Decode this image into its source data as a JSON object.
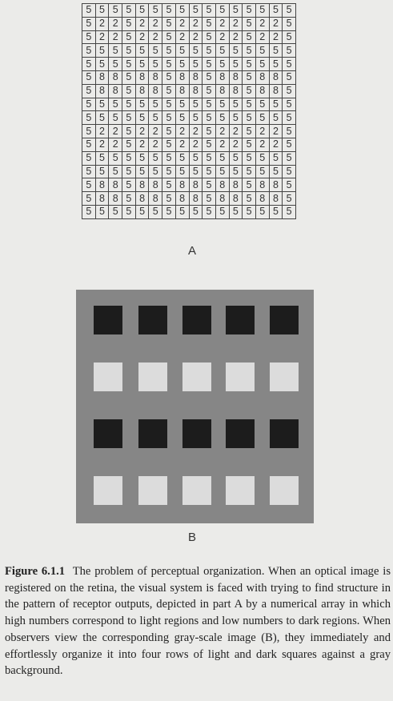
{
  "panel_a": {
    "label": "A",
    "rows": [
      "5555555555555555",
      "5225225225225225",
      "5225225225225225",
      "5555555555555555",
      "5555555555555555",
      "5885885885885885",
      "5885885885885885",
      "5555555555555555",
      "5555555555555555",
      "5225225225225225",
      "5225225225225225",
      "5555555555555555",
      "5555555555555555",
      "5885885885885885",
      "5885885885885885",
      "5555555555555555"
    ]
  },
  "panel_b": {
    "label": "B",
    "colors": {
      "background": "#868686",
      "dark": "#1c1c1c",
      "light": "#dcdcdc"
    },
    "rows": [
      "dark",
      "light",
      "dark",
      "light"
    ],
    "squares_per_row": 5
  },
  "caption": {
    "figure_number": "Figure 6.1.1",
    "text": "The problem of perceptual organization. When an optical image is registered on the retina, the visual system is faced with trying to find structure in the pattern of receptor outputs, depicted in part A by a numerical array in which high numbers correspond to light regions and low numbers to dark regions. When observers view the corresponding gray-scale image (B), they immediately and effortlessly organize it into four rows of light and dark squares against a gray background."
  }
}
